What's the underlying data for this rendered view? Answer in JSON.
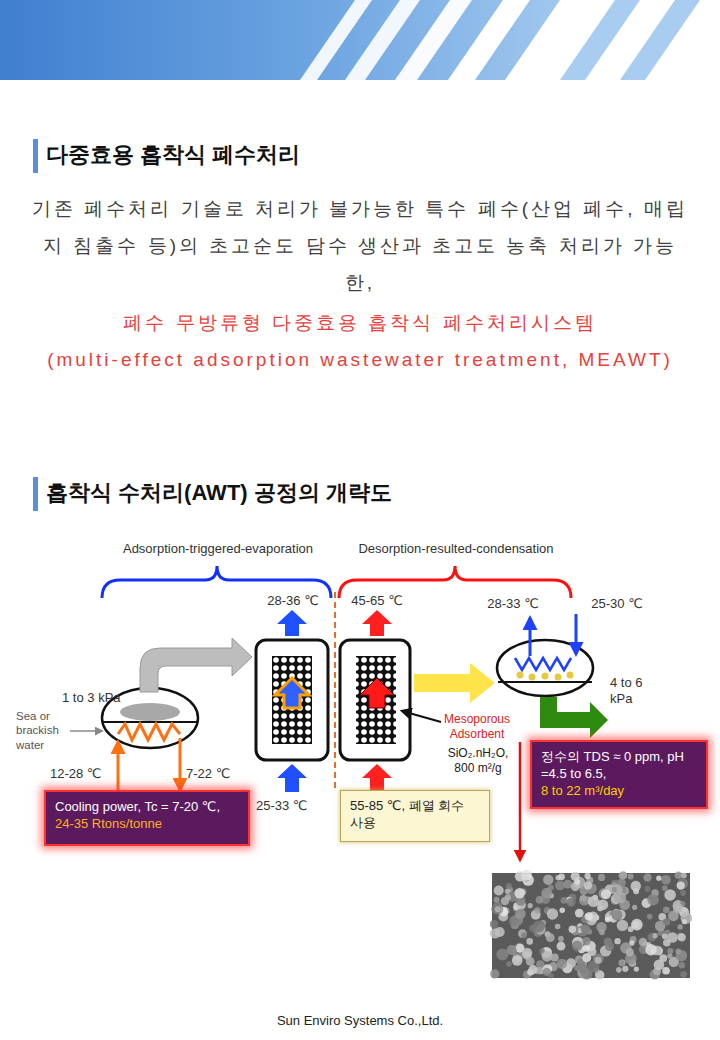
{
  "diagram": {
    "title": "다중효용 흡착식 폐수처리",
    "nodes": [
      {
        "text": [
          "Cooling power, Tc = 7-20 ℃,",
          "24-35 Rtons/tonne"
        ]
      },
      {
        "text": [
          "55-85 ℃, 폐열 회수 사용"
        ]
      },
      {
        "text": [
          "정수의 TDS ≈ 0 ppm, pH =4.5 to 6.5,",
          "8 to 22 m³/day"
        ]
      }
    ],
    "labels": [
      "기존 폐수처리 기술로 처리가 불가능한 특수 폐수(산업 폐수, 매립지 침출수 등)의 초고순도 담수 생산과 초고도 농축 처리가 가능한,",
      "폐수 무방류형 다중효용 흡착식 폐수처리시스템",
      "(multi-effect adsorption wastewater treatment, MEAWT)",
      "흡착식 수처리(AWT) 공정의 개략도",
      "Adsorption-triggered-evaporation",
      "Desorption-resulted-condensation",
      "28-36 ℃",
      "45-65 ℃",
      "28-33 ℃",
      "25-30 ℃",
      "1 to 3 kPa",
      "Sea or brackish water",
      "12-28 ℃",
      "7-22 ℃",
      "25-33 ℃",
      "4 to 6 kPa",
      "Mesoporous Adsorbent",
      "SiO₂.nH₂O, 800 m²/g",
      "Sun Enviro Systems Co.,Ltd."
    ]
  }
}
